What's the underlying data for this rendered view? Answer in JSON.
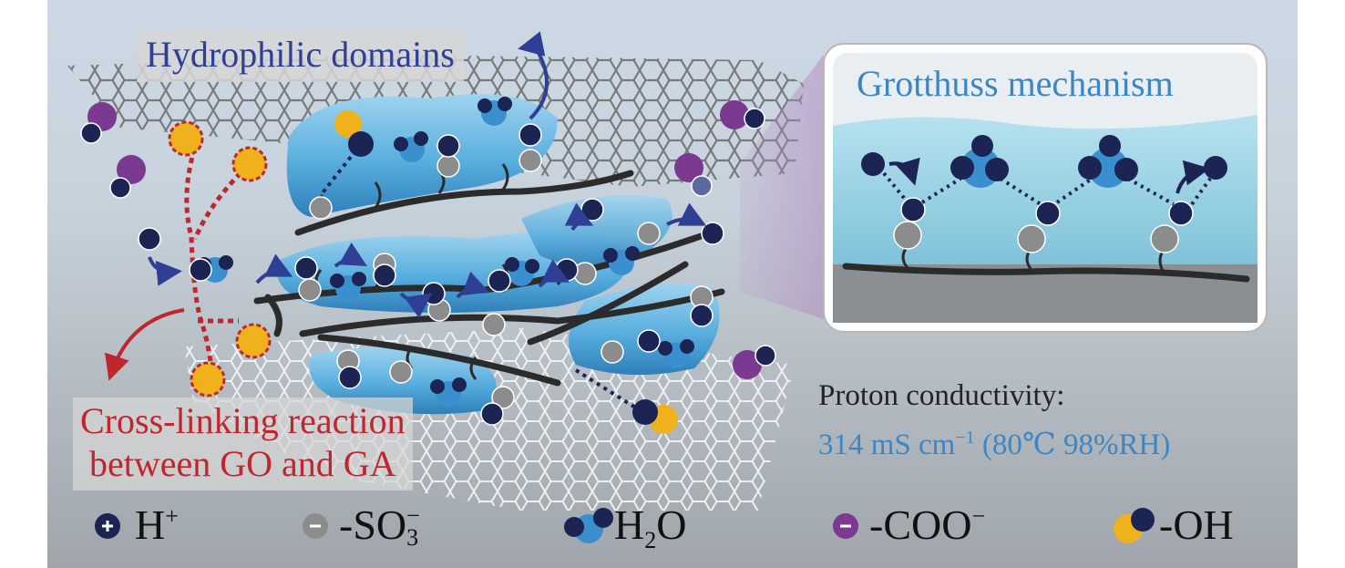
{
  "labels": {
    "hydrophilic_domains": "Hydrophilic domains",
    "cross_linking_line1": "Cross-linking reaction",
    "cross_linking_line2": "between GO and GA",
    "grotthuss": "Grotthuss mechanism",
    "proton_conductivity_title": "Proton conductivity:",
    "proton_conductivity_value_num": "314 mS cm",
    "proton_conductivity_value_exp": "−1",
    "proton_conductivity_value_cond": " (80℃ 98%RH)"
  },
  "legend": [
    {
      "icon": "proton-icon",
      "text": "H",
      "sup": "+",
      "sub": ""
    },
    {
      "icon": "sulfonate-icon",
      "text": "-SO",
      "sup": "−",
      "sub": "3"
    },
    {
      "icon": "water-icon",
      "text": "H",
      "sup": "",
      "sub": "2",
      "tail": "O"
    },
    {
      "icon": "carboxylate-icon",
      "text": "-COO",
      "sup": "−",
      "sub": ""
    },
    {
      "icon": "hydroxyl-icon",
      "text": "-OH",
      "sup": "",
      "sub": ""
    }
  ],
  "colors": {
    "proton": "#1b2452",
    "sulfonate": "#8c8c8c",
    "water_light": "#3a8fcf",
    "water_dark": "#1b2452",
    "carboxylate": "#7b3a8f",
    "hydroxyl": "#f0b21c",
    "crosslink": "#c0262d",
    "domain": "#6ab6e0",
    "chain": "#2b2b2b"
  }
}
